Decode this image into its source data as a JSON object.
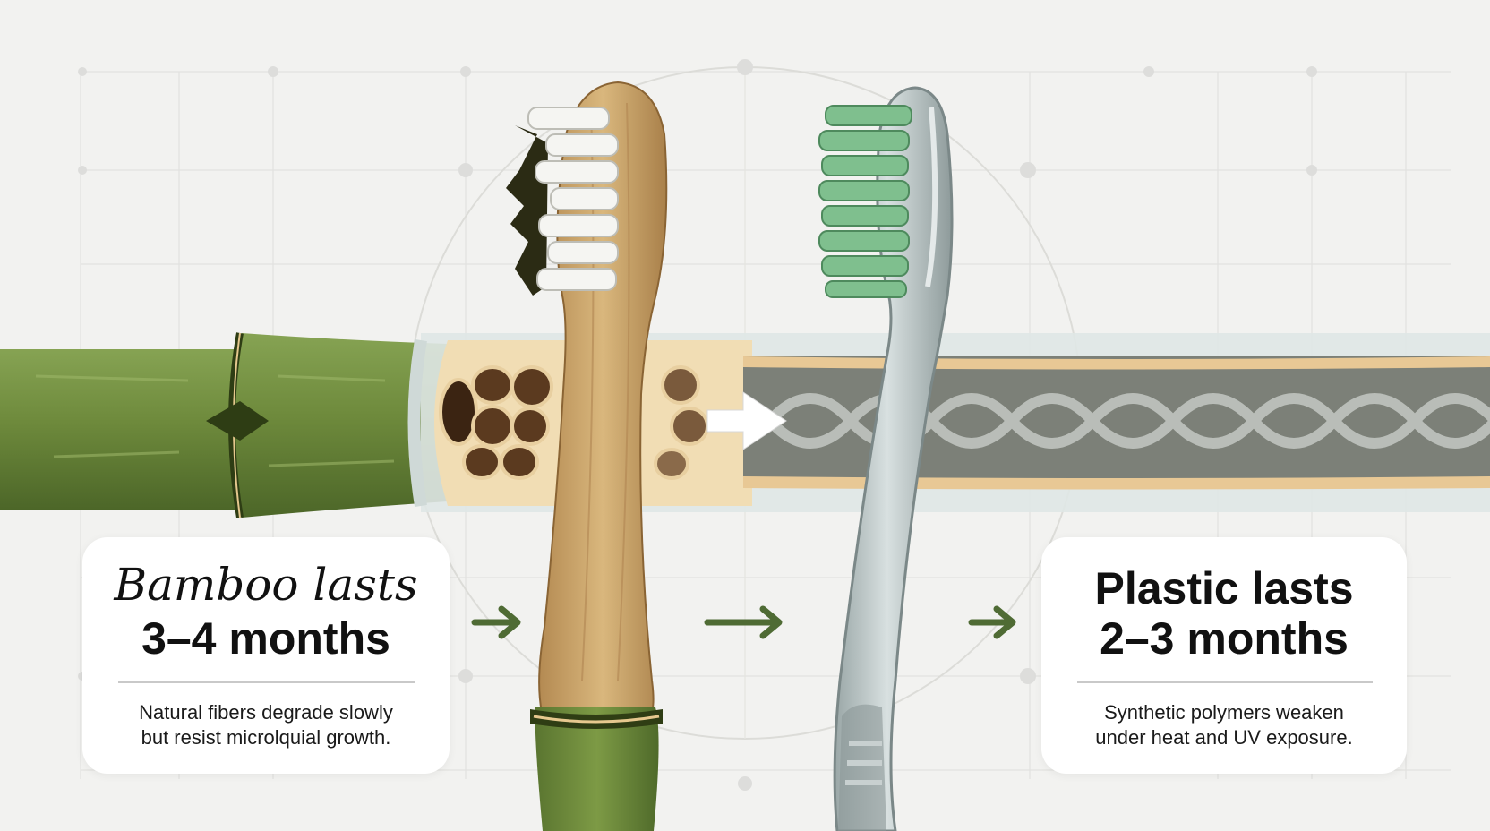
{
  "bamboo_card": {
    "title_line1": "Bamboo lasts",
    "title_line2": "3–4 months",
    "description_line1": "Natural fibers degrade slowly",
    "description_line2": "but resist microlquial growth."
  },
  "plastic_card": {
    "title_line1": "Plastic lasts",
    "title_line2": "2–3 months",
    "description_line1": "Synthetic polymers weaken",
    "description_line2": "under heat and UV exposure."
  },
  "colors": {
    "background": "#f2f2f0",
    "bamboo_green": "#6e8a3c",
    "bamboo_wood": "#c9a46b",
    "plastic_grey": "#b9c4c4",
    "bristle_green": "#7fbf8e",
    "arrow_green": "#4f6b34"
  }
}
